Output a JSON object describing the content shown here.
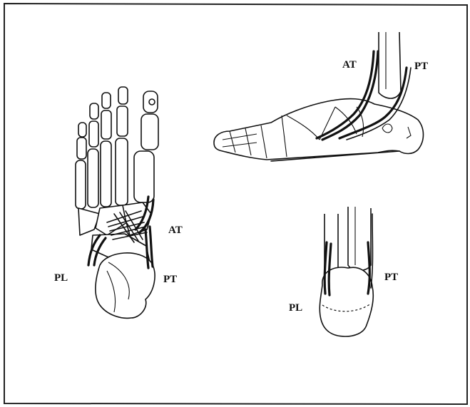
{
  "figure": {
    "frame_color": "#222222",
    "dorsal_view": {
      "labels": {
        "at": "AT",
        "pt": "PT",
        "pl": "PL"
      }
    },
    "medial_view": {
      "labels": {
        "at": "AT",
        "pt": "PT"
      }
    },
    "posterior_view": {
      "labels": {
        "pt": "PT",
        "pl": "PL"
      }
    }
  }
}
